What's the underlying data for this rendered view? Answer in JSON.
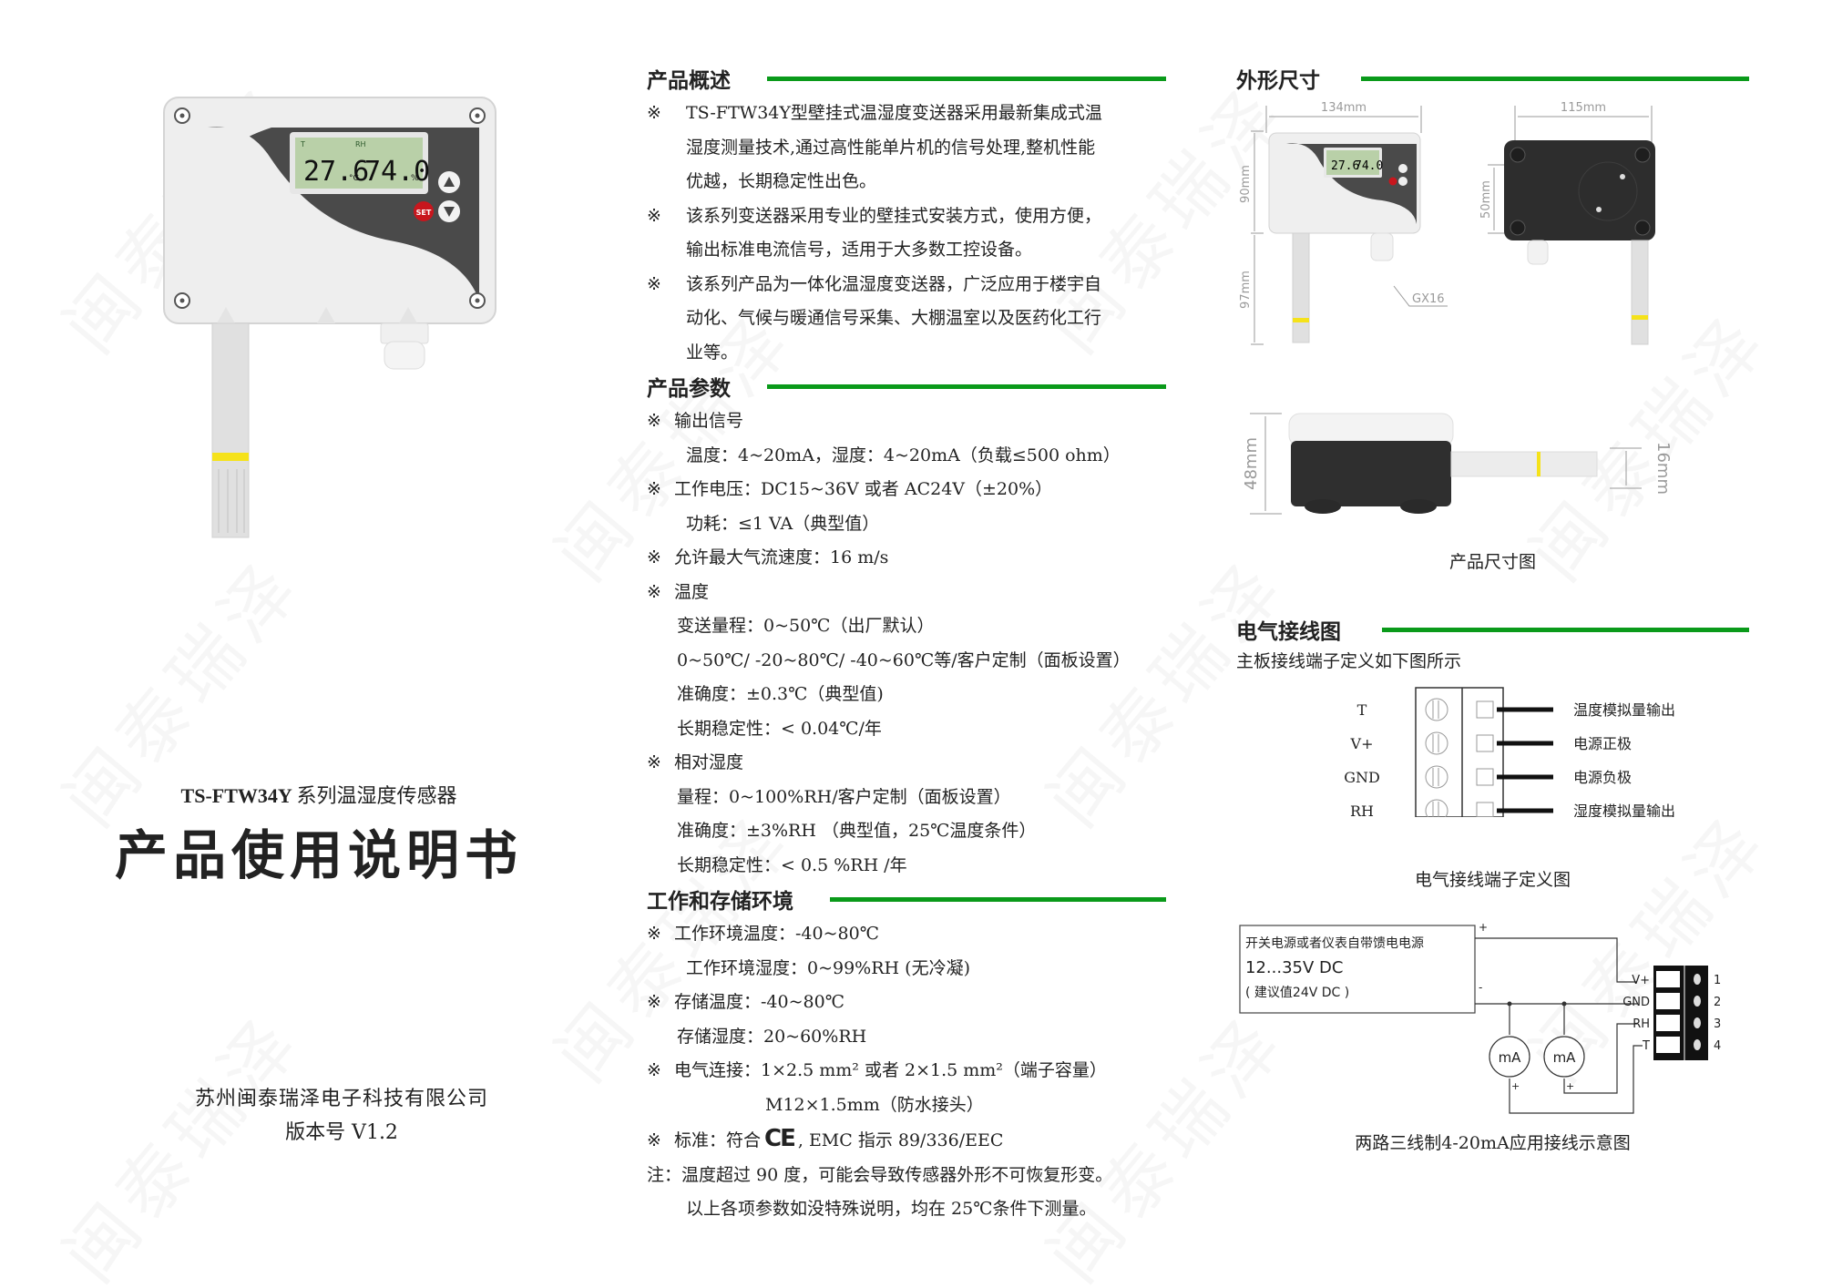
{
  "watermark": "闽泰瑞泽",
  "cover": {
    "series_model": "TS-FTW34Y",
    "series_suffix": "系列温湿度传感器",
    "title": "产品使用说明书",
    "company": "苏州闽泰瑞泽电子科技有限公司",
    "version": "版本号 V1.2",
    "lcd": {
      "t_label": "T",
      "rh_label": "RH",
      "temperature": "27.6",
      "temp_unit": "°C",
      "humidity": "74.0",
      "hum_unit": "%",
      "set_button": "SET"
    }
  },
  "overview": {
    "heading": "产品概述",
    "bullet": "※",
    "items": [
      [
        "TS-FTW34Y型壁挂式温湿度变送器采用最新集成式温",
        "湿度测量技术,通过高性能单片机的信号处理,整机性能",
        "优越，长期稳定性出色。"
      ],
      [
        "该系列变送器采用专业的壁挂式安装方式，使用方便，",
        "输出标准电流信号，适用于大多数工控设备。"
      ],
      [
        "该系列产品为一体化温湿度变送器，广泛应用于楼宇自",
        "动化、气候与暖通信号采集、大棚温室以及医药化工行",
        "业等。"
      ]
    ]
  },
  "params": {
    "heading": "产品参数",
    "output_signal": "输出信号",
    "output_detail": "温度：4~20mA，湿度：4~20mA（负载≤500 ohm）",
    "voltage": "工作电压：DC15~36V  或者  AC24V（±20%）",
    "power": "功耗：≤1 VA（典型值）",
    "airflow": "允许最大气流速度：16 m/s",
    "temp_heading": "温度",
    "temp_range": "变送量程：0~50℃（出厂默认）",
    "temp_options": "0~50℃/ -20~80℃/ -40~60℃等/客户定制（面板设置）",
    "temp_accuracy": "准确度：±0.3℃（典型值)",
    "temp_stability": "长期稳定性：< 0.04℃/年",
    "rh_heading": "相对湿度",
    "rh_range": "量程：0~100%RH/客户定制（面板设置）",
    "rh_accuracy": "准确度：±3%RH    （典型值，25℃温度条件）",
    "rh_stability": "长期稳定性：< 0.5 %RH /年"
  },
  "environment": {
    "heading": "工作和存储环境",
    "work_temp": "工作环境温度：-40~80℃",
    "work_hum": "工作环境湿度：0~99%RH (无冷凝)",
    "store_temp": "存储温度：-40~80℃",
    "store_hum": "存储湿度：20~60%RH",
    "connection": "电气连接：1×2.5 mm² 或者  2×1.5 mm²（端子容量）",
    "connector": "M12×1.5mm（防水接头）",
    "standard_pre": "标准：符合",
    "ce_mark": "CE",
    "standard_post": ",   EMC  指示 89/336/EEC",
    "note_1": "注：温度超过 90 度，可能会导致传感器外形不可恢复形变。",
    "note_2": "以上各项参数如没特殊说明，均在 25℃条件下测量。"
  },
  "dimensions": {
    "heading": "外形尺寸",
    "width_front": "134mm",
    "height_body": "90mm",
    "height_probe": "97mm",
    "connector_label": "GX16",
    "hole_spacing_h": "115mm",
    "hole_spacing_v": "50mm",
    "depth": "48mm",
    "probe_dia": "16mm",
    "caption": "产品尺寸图"
  },
  "wiring": {
    "heading": "电气接线图",
    "intro": "主板接线端子定义如下图所示",
    "terminals": [
      {
        "pin": "T",
        "desc": "温度模拟量输出"
      },
      {
        "pin": "V+",
        "desc": "电源正极"
      },
      {
        "pin": "GND",
        "desc": "电源负极"
      },
      {
        "pin": "RH",
        "desc": "湿度模拟量输出"
      }
    ],
    "terminal_caption": "电气接线端子定义图",
    "supply_line1": "开关电源或者仪表自带馈电电源",
    "supply_line2": "12...35V DC",
    "supply_line3": "( 建议值24V DC )",
    "plus": "+",
    "minus": "-",
    "meter": "mA",
    "app_terminals": [
      {
        "name": "V+",
        "num": "1"
      },
      {
        "name": "GND",
        "num": "2"
      },
      {
        "name": "RH",
        "num": "3"
      },
      {
        "name": "T",
        "num": "4"
      }
    ],
    "app_caption": "两路三线制4-20mA应用接线示意图"
  },
  "colors": {
    "rule_green": "#0a9a1a",
    "lcd_bg": "#b9d0a8",
    "set_red": "#c8161d",
    "probe_band": "#f5e21a"
  }
}
